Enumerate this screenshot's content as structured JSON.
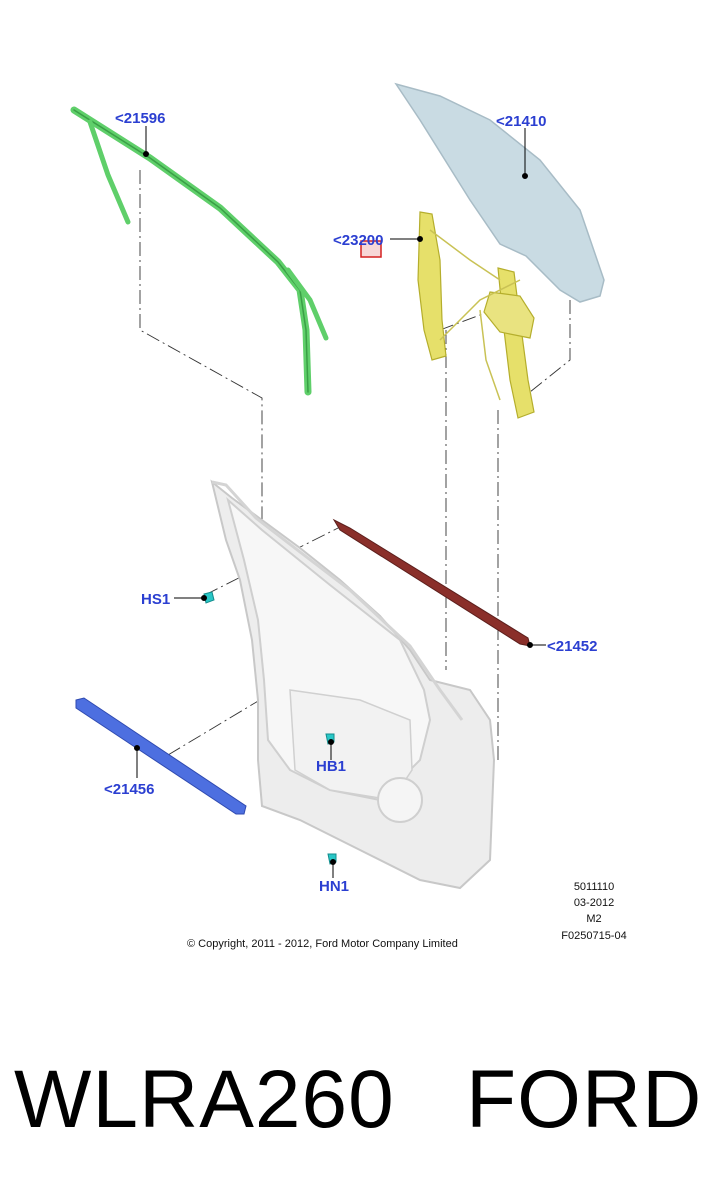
{
  "diagram": {
    "callouts": {
      "drip_moulding": "<21596",
      "glass": "<21410",
      "regulator": "<23200",
      "belt_weatherstrip": "<21452",
      "lower_seal": "<21456",
      "hs1": "HS1",
      "hb1": "HB1",
      "hn1": "HN1"
    },
    "codes": [
      "5011110",
      "03-2012",
      "M2",
      "F0250715-04"
    ],
    "copyright": "© Copyright, 2011 - 2012, Ford Motor Company Limited"
  },
  "caption": {
    "part_number": "WLRA260",
    "brand": "FORD"
  },
  "colors": {
    "callout_text": "#2b3fd1",
    "drip_moulding": "#5fcf6a",
    "glass": "#c9dbe3",
    "regulator": "#e6e06a",
    "belt_weatherstrip": "#8a2f2a",
    "lower_seal": "#4d6fe0",
    "clips": "#29c7c7",
    "door_frame": "#e8e8e8",
    "highlight_box": "#d42020"
  }
}
